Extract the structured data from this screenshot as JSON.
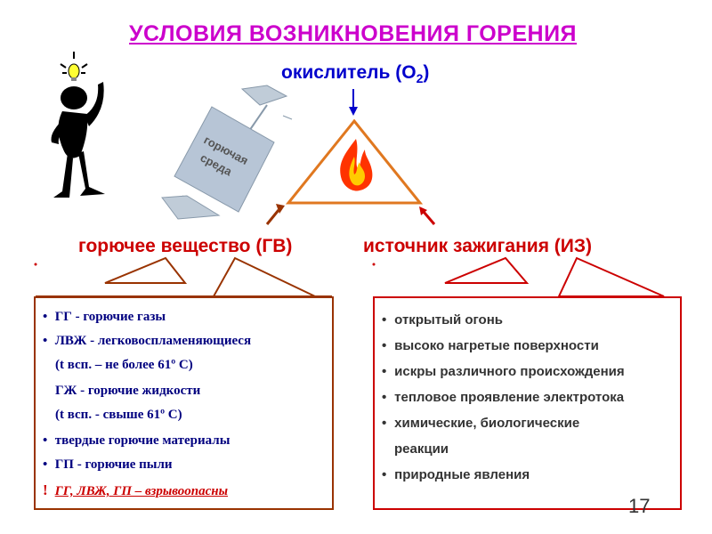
{
  "title": "УСЛОВИЯ  ВОЗНИКНОВЕНИЯ  ГОРЕНИЯ",
  "oxidizer": {
    "text": "окислитель (О",
    "sub": "2",
    "close": ")"
  },
  "fuel_label": "горючее вещество (ГВ)",
  "ignition_label": "источник зажигания (ИЗ)",
  "medium_label": [
    "горючая",
    "среда"
  ],
  "left_box": {
    "lines": [
      {
        "bullet": "•",
        "text": "ГГ - горючие газы"
      },
      {
        "bullet": "•",
        "text": "ЛВЖ - легковоспламеняющиеся"
      },
      {
        "bullet": "",
        "text": "(t всп. – не более 61º С)"
      },
      {
        "bullet": "",
        "text": "ГЖ - горючие жидкости"
      },
      {
        "bullet": "",
        "text": "(t всп. - свыше 61º С)"
      },
      {
        "bullet": "•",
        "text": "твердые горючие материалы"
      },
      {
        "bullet": "•",
        "text": "ГП - горючие пыли"
      }
    ],
    "warning_mark": "!",
    "warning": "ГГ, ЛВЖ, ГП – взрывоопасны"
  },
  "right_box": {
    "lines": [
      {
        "bullet": "•",
        "text": "открытый огонь"
      },
      {
        "bullet": "•",
        "text": "высоко нагретые поверхности"
      },
      {
        "bullet": "•",
        "text": "искры различного происхождения"
      },
      {
        "bullet": "•",
        "text": "тепловое проявление электротока"
      },
      {
        "bullet": "•",
        "text": "химические, биологические"
      },
      {
        "bullet": "",
        "text": "реакции"
      },
      {
        "bullet": "•",
        "text": "природные явления"
      }
    ]
  },
  "page_number": "17",
  "colors": {
    "title": "#cc00cc",
    "oxidizer": "#0000cc",
    "labels": "#cc0000",
    "left_border": "#993300",
    "right_border": "#cc0000"
  }
}
